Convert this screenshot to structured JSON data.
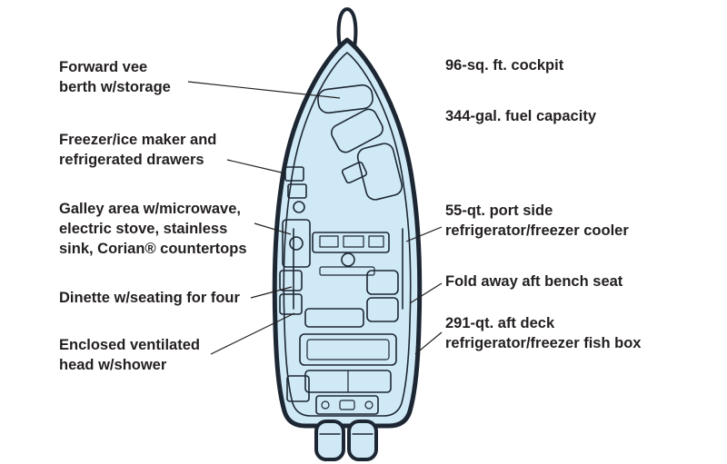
{
  "figure": {
    "name": "Boat deck plan diagram (top-down view with feature callouts)"
  },
  "colors": {
    "hull_fill": "#cfe9f6",
    "outline": "#1d2733",
    "text": "#231f20",
    "background": "#ffffff"
  },
  "callouts": {
    "left": [
      {
        "text": "Forward vee\nberth w/storage"
      },
      {
        "text": "Freezer/ice maker and\nrefrigerated drawers"
      },
      {
        "text": "Galley area w/microwave,\nelectric stove, stainless\nsink, Corian® countertops"
      },
      {
        "text": "Dinette w/seating for four"
      },
      {
        "text": "Enclosed ventilated\nhead w/shower"
      }
    ],
    "right": [
      {
        "text": "96-sq. ft. cockpit"
      },
      {
        "text": "344-gal. fuel capacity"
      },
      {
        "text": "55-qt. port side\nrefrigerator/freezer cooler"
      },
      {
        "text": "Fold away aft bench seat"
      },
      {
        "text": "291-qt. aft deck\nrefrigerator/freezer fish box"
      }
    ]
  }
}
